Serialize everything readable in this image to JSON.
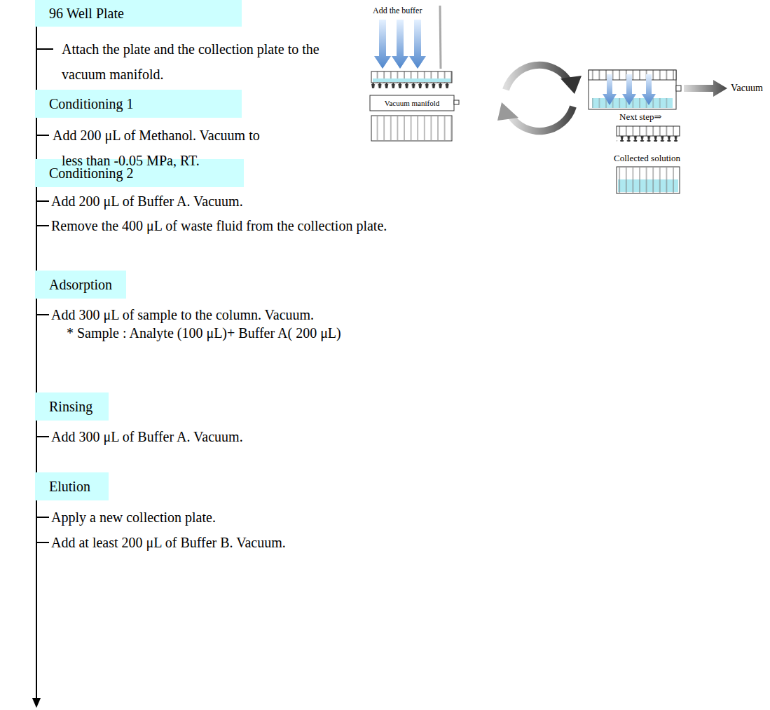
{
  "diagram": {
    "nodes": [
      {
        "text": [
          "96 Well Plate"
        ]
      },
      {
        "text": [
          "Conditioning 1"
        ]
      },
      {
        "text": [
          "Conditioning 2"
        ]
      },
      {
        "text": [
          "Adsorption"
        ]
      },
      {
        "text": [
          "Rinsing"
        ]
      },
      {
        "text": [
          "Elution"
        ]
      }
    ],
    "edges": [
      {
        "from": 0,
        "to": 1,
        "arrow": "none"
      },
      {
        "from": 1,
        "to": 2,
        "arrow": "none"
      },
      {
        "from": 2,
        "to": 3,
        "arrow": "none"
      },
      {
        "from": 3,
        "to": 4,
        "arrow": "none"
      },
      {
        "from": 4,
        "to": 5,
        "arrow": "none"
      }
    ],
    "labels": [
      "Add the buffer",
      "Vacuum manifold",
      "Vacuum",
      "Next step⇒",
      "Collected solution",
      "Attach the plate and the collection plate to the vacuum manifold.",
      "Add 200 μL of Methanol. Vacuum to less than -0.05 MPa, RT.",
      "Add 200 μL of Buffer A. Vacuum.",
      "Remove the 400 μL of waste fluid from the collection plate.",
      "Add 300 μL of sample to the column. Vacuum.",
      "* Sample : Analyte (100 μL)+ Buffer A( 200 μL)",
      "Add 300 μL of Buffer A. Vacuum.",
      "Apply a new collection plate.",
      "Add at least 200 μL of Buffer B. Vacuum."
    ]
  }
}
